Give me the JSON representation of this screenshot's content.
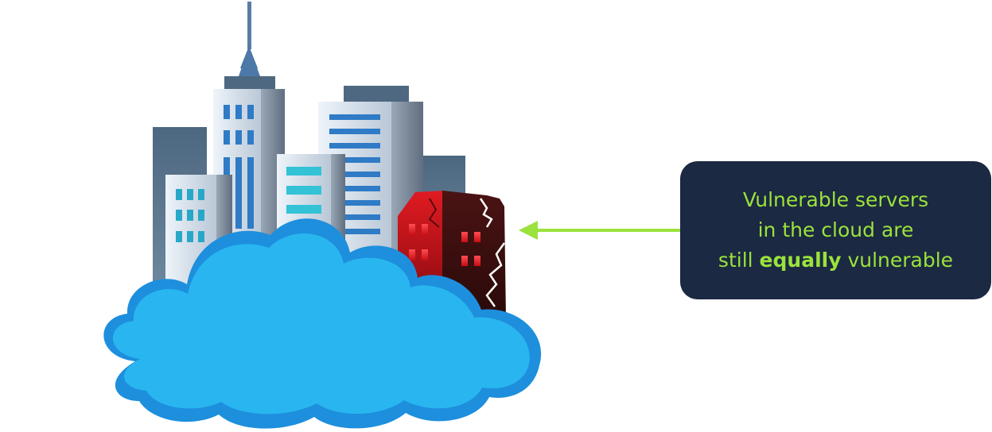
{
  "callout": {
    "line1": "Vulnerable servers",
    "line2": "in the cloud are",
    "line3_start": "still ",
    "line3_emphasis": "equally",
    "line3_end": " vulnerable"
  },
  "colors": {
    "callout_background": "#1b2942",
    "callout_text": "#9be23c",
    "arrow": "#9be23c",
    "cloud_fill": "#29b6f0",
    "cloud_outline": "#1d8fdd",
    "damaged_building": "#c4121b"
  }
}
